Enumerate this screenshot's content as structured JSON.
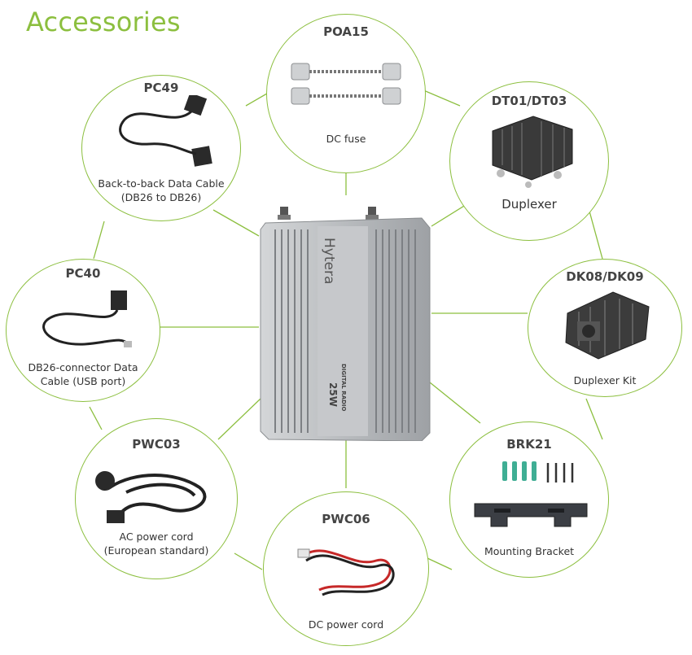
{
  "page": {
    "title": "Accessories"
  },
  "radio": {
    "brand": "Hytera",
    "model_text": "DIGITAL RADIO",
    "power_text": "25W"
  },
  "accessories": [
    {
      "code": "POA15",
      "label": "DC fuse"
    },
    {
      "code": "DT01/DT03",
      "label": "Duplexer"
    },
    {
      "code": "DK08/DK09",
      "label": "Duplexer Kit"
    },
    {
      "code": "BRK21",
      "label": "Mounting Bracket"
    },
    {
      "code": "PWC06",
      "label": "DC power cord"
    },
    {
      "code": "PWC03",
      "label": "AC power cord\n(European standard)"
    },
    {
      "code": "PC40",
      "label": "DB26-connector Data\nCable (USB port)"
    },
    {
      "code": "PC49",
      "label": "Back-to-back Data Cable\n(DB26 to DB26)"
    }
  ],
  "colors": {
    "accent": "#8cbf3f",
    "text": "#333333",
    "radio_body": "#b9bcbf"
  }
}
